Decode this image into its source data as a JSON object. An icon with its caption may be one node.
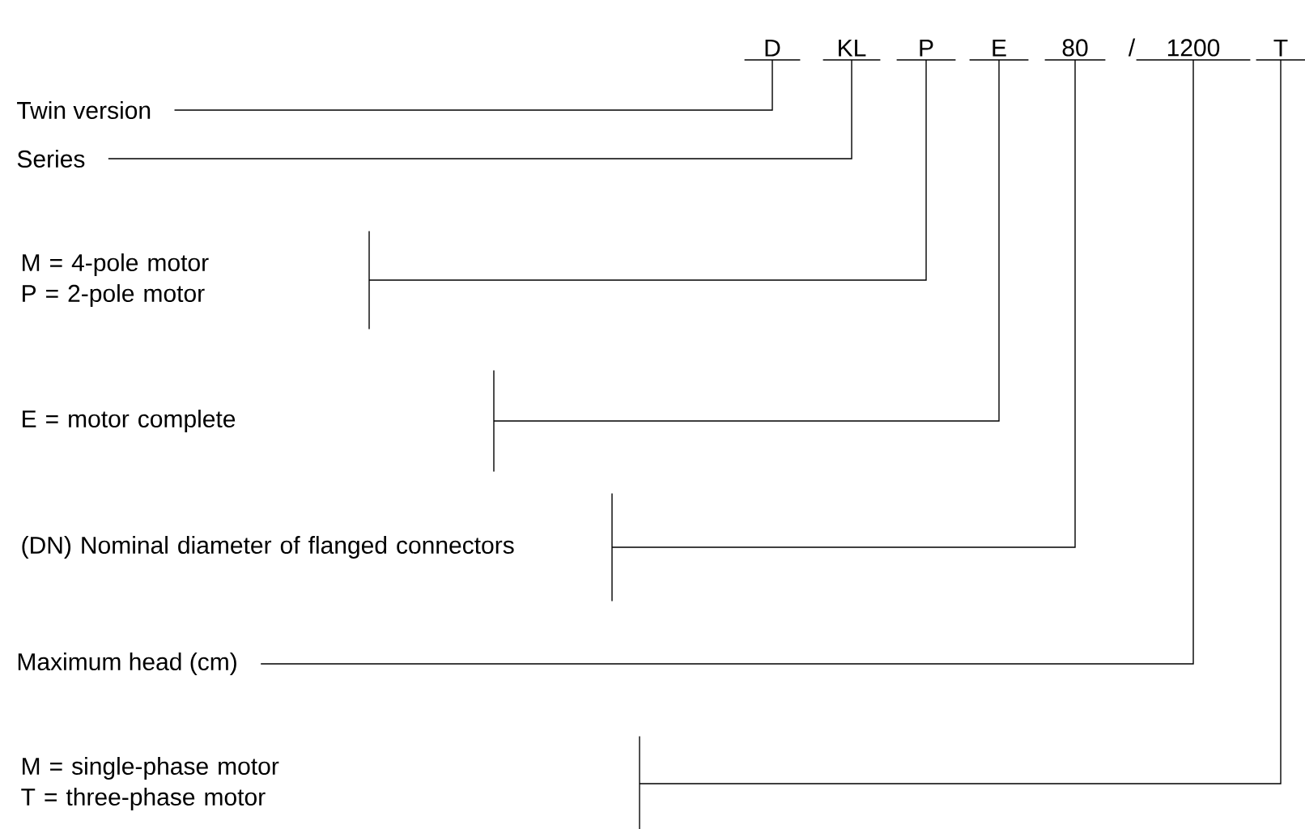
{
  "diagram": {
    "nodes": [
      {
        "text": [
          "D"
        ]
      },
      {
        "text": [
          "KL"
        ]
      },
      {
        "text": [
          "P"
        ]
      },
      {
        "text": [
          "E"
        ]
      },
      {
        "text": [
          "80"
        ]
      },
      {
        "text": [
          "1200"
        ]
      },
      {
        "text": [
          "T"
        ]
      },
      {
        "text": [
          "Twin version"
        ]
      },
      {
        "text": [
          "Series"
        ]
      },
      {
        "text": [
          "M = 4-pole motor",
          "P = 2-pole motor"
        ]
      },
      {
        "text": [
          "E = motor complete"
        ]
      },
      {
        "text": [
          "(DN) Nominal diameter of flanged connectors"
        ]
      },
      {
        "text": [
          "Maximum head (cm)"
        ]
      },
      {
        "text": [
          "M = single-phase motor",
          "T = three-phase motor"
        ]
      }
    ],
    "edges": [
      {
        "from": 7,
        "to": 0,
        "arrow": "none"
      },
      {
        "from": 8,
        "to": 1,
        "arrow": "none"
      },
      {
        "from": 9,
        "to": 2,
        "arrow": "none"
      },
      {
        "from": 10,
        "to": 3,
        "arrow": "none"
      },
      {
        "from": 11,
        "to": 4,
        "arrow": "none"
      },
      {
        "from": 12,
        "to": 5,
        "arrow": "none"
      },
      {
        "from": 13,
        "to": 6,
        "arrow": "none"
      }
    ],
    "labels": [
      "/"
    ]
  }
}
